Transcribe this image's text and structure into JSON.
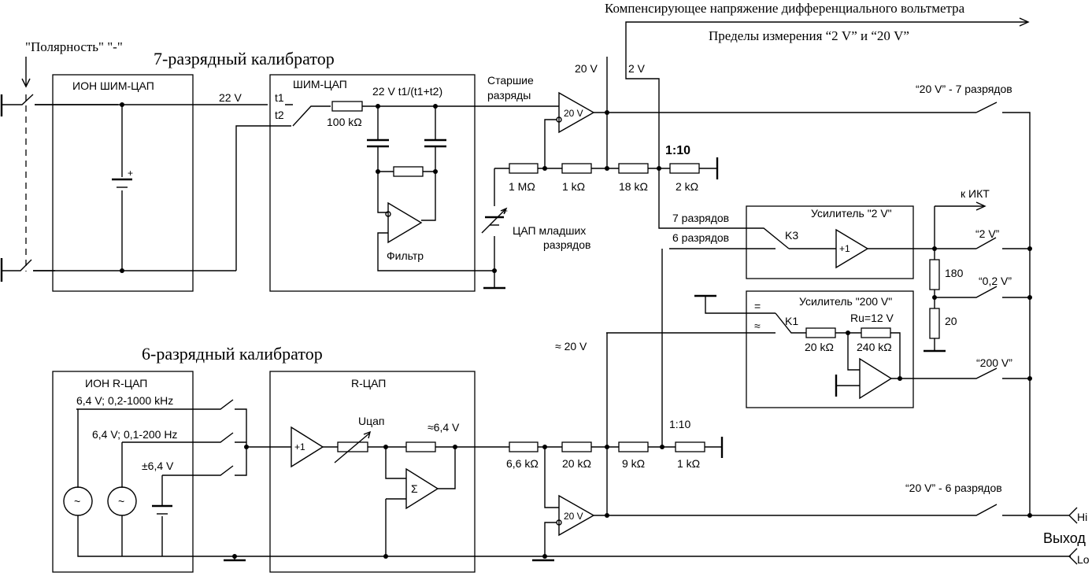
{
  "titles": {
    "cal7": "7-разрядный калибратор",
    "cal6": "6-разрядный калибратор",
    "compensating": "Компенсирующее напряжение дифференциального вольтметра",
    "ranges": "Пределы измерения “2 V” и “20 V”",
    "polarity": "\"Полярность\" \"-\""
  },
  "blocks": {
    "ion_pwm": "ИОН ШИМ-ЦАП",
    "pwm_dac": "ШИМ-ЦАП",
    "filter": "Фильтр",
    "ion_r": "ИОН R-ЦАП",
    "r_dac": "R-ЦАП",
    "amp2": "Усилитель \"2 V\"",
    "amp200": "Усилитель \"200 V\""
  },
  "labels": {
    "v22": "22 V",
    "t1": "t1",
    "t2": "t2",
    "pwm_out": "22 V t1/(t1+t2)",
    "r100k": "100 kΩ",
    "senior_1": "Старшие",
    "senior_2": "разряды",
    "dac_junior_1": "ЦАП младших",
    "dac_junior_2": "разрядов",
    "r1m": "1 MΩ",
    "r1k": "1 kΩ",
    "r18k": "18 kΩ",
    "r2k": "2 kΩ",
    "ratio_top": "1:10",
    "amp20v": "20 V",
    "v20": "20 V",
    "v2": "2 V",
    "sw20_7": "“20 V” - 7 разрядов",
    "to_ikt": "к ИКТ",
    "bits7": "7 разрядов",
    "bits6": "6 разрядов",
    "k3": "K3",
    "plus1": "+1",
    "sw2": "“2 V”",
    "r180": "180",
    "sw02": "“0,2 V”",
    "r20": "20",
    "eq": "=",
    "approx": "≈",
    "k1": "K1",
    "ru": "Ru=12 V",
    "r20k_a": "20 kΩ",
    "r240k": "240 kΩ",
    "sw200": "“200 V”",
    "approx20": "≈ 20 V",
    "src1": "6,4 V; 0,2-1000 kHz",
    "src2": "6,4 V; 0,1-200 Hz",
    "src3": "±6,4 V",
    "ucap": "Uцап",
    "v64": "≈6,4 V",
    "sigma": "Σ",
    "r66k": "6,6 kΩ",
    "r20k_b": "20 kΩ",
    "r9k": "9 kΩ",
    "r1k_b": "1 kΩ",
    "ratio_bot": "1:10",
    "sw20_6": "“20 V” - 6 разрядов",
    "hi": "Hi",
    "lo": "Lo",
    "output": "Выход",
    "ac": "~",
    "plus": "+"
  }
}
